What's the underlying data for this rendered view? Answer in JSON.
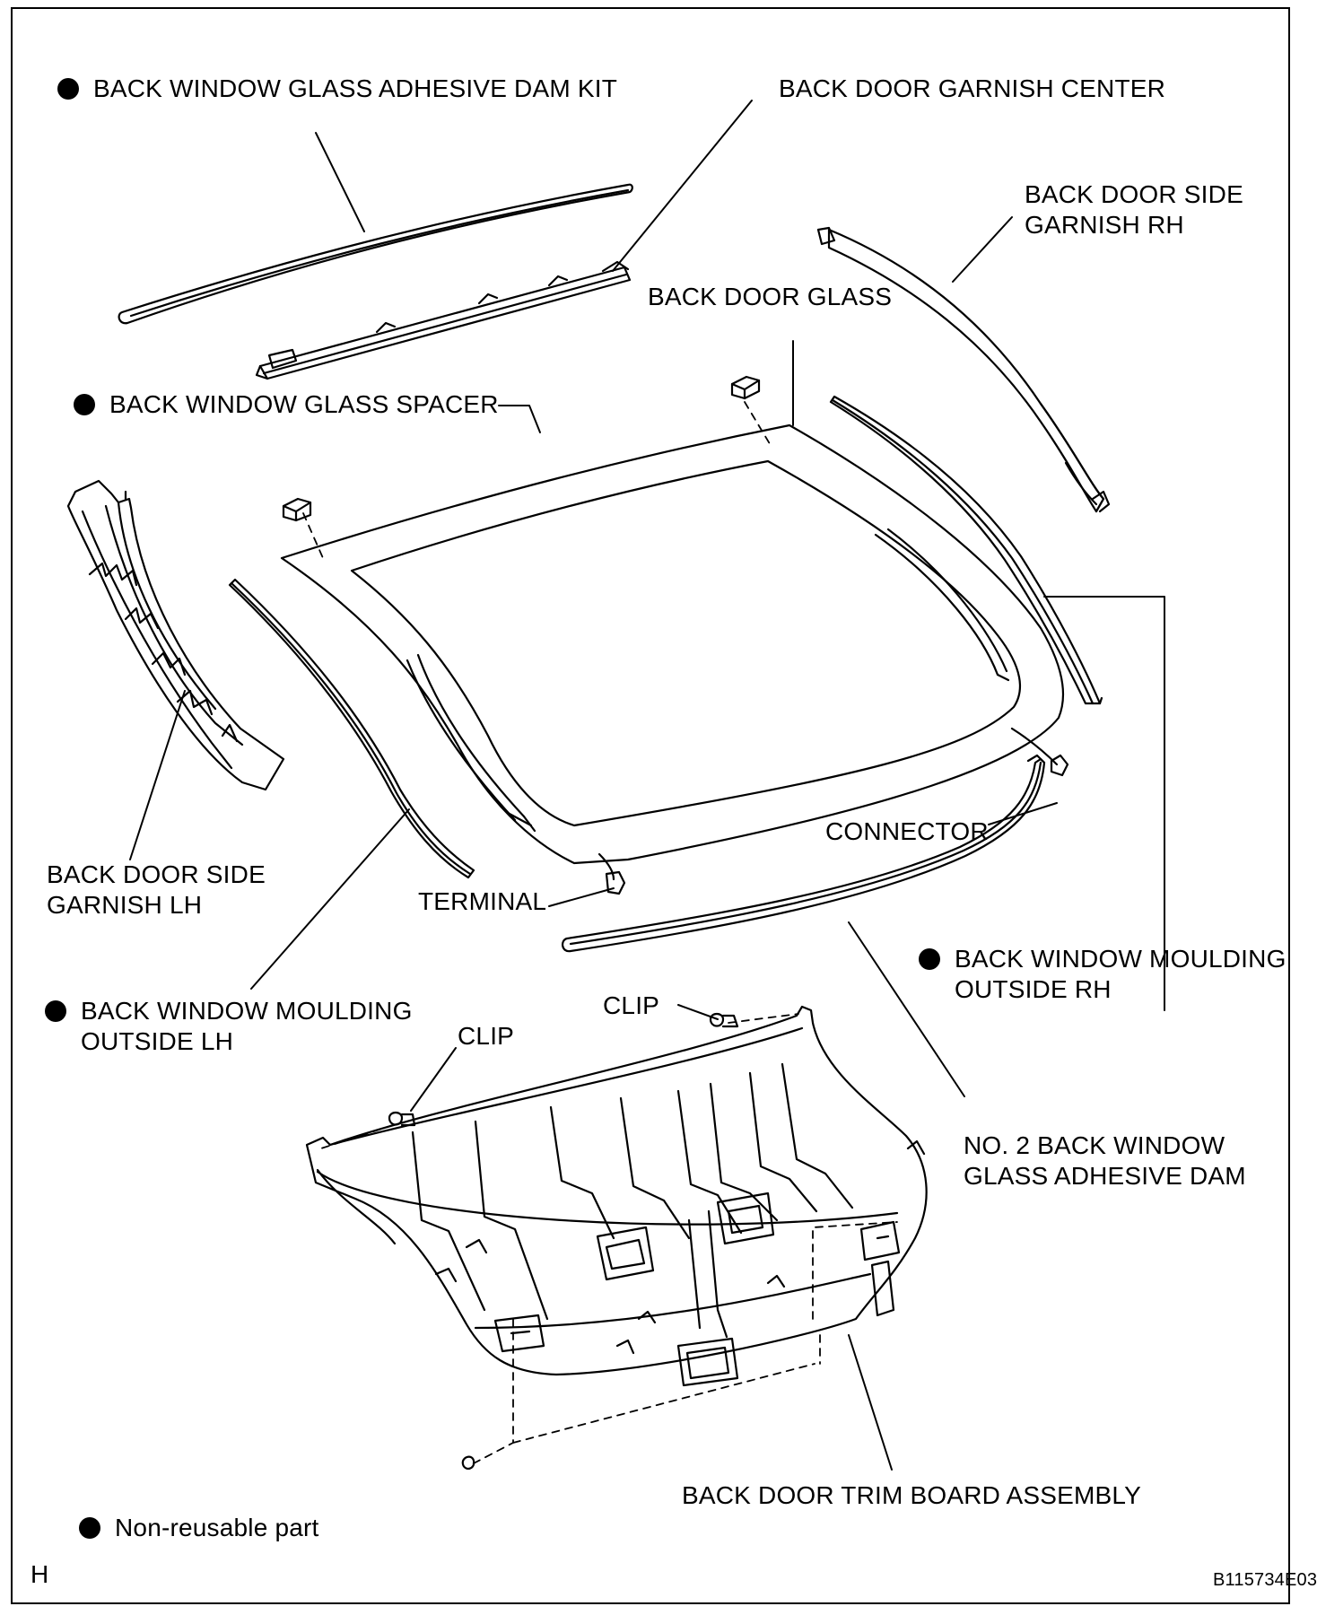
{
  "labels": {
    "dam_kit": "BACK WINDOW GLASS ADHESIVE DAM KIT",
    "garnish_center": "BACK DOOR GARNISH CENTER",
    "side_garnish_rh_1": "BACK DOOR SIDE",
    "side_garnish_rh_2": "GARNISH RH",
    "door_glass": "BACK DOOR GLASS",
    "spacer": "BACK WINDOW GLASS SPACER",
    "side_garnish_lh_1": "BACK DOOR SIDE",
    "side_garnish_lh_2": "GARNISH LH",
    "connector": "CONNECTOR",
    "terminal": "TERMINAL",
    "moulding_rh_1": "BACK WINDOW MOULDING",
    "moulding_rh_2": "OUTSIDE RH",
    "moulding_lh_1": "BACK WINDOW MOULDING",
    "moulding_lh_2": "OUTSIDE  LH",
    "clip_upper": "CLIP",
    "clip_left": "CLIP",
    "no2_dam_1": "NO. 2 BACK WINDOW",
    "no2_dam_2": "GLASS ADHESIVE DAM",
    "trim_board": "BACK DOOR TRIM BOARD ASSEMBLY"
  },
  "legend": {
    "non_reusable": "Non-reusable part"
  },
  "corner_letter": "H",
  "figure_code": "B115734E03"
}
